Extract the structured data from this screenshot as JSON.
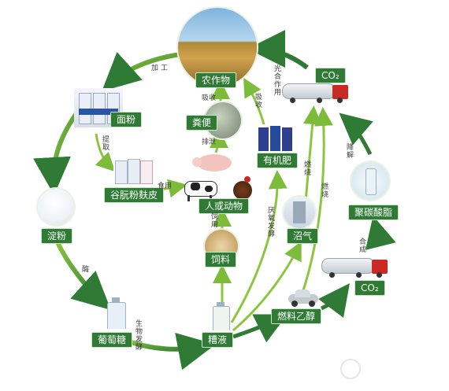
{
  "nodes": {
    "crops": "农作物",
    "flour": "面粉",
    "manure": "粪便",
    "gluten_bran": "谷朊粉麸皮",
    "people_animals": "人或动物",
    "organic_fertilizer": "有机肥",
    "starch": "淀粉",
    "feed": "饲料",
    "biogas": "沼气",
    "glucose": "葡萄糖",
    "distillers_grains": "糟液",
    "fuel_ethanol": "燃料乙醇",
    "co2_top": "CO₂",
    "co2_bottom": "CO₂",
    "polycarbonate": "聚碳酸脂"
  },
  "processes": {
    "processing": "加工",
    "photosynthesis": "光合作用",
    "absorb_left": "吸收",
    "absorb_right": "吸收",
    "excrete": "排泄",
    "extract": "提取",
    "eat": "食用",
    "feed_use": "饲用",
    "anaerobic": "厌氧发酵",
    "burn1": "燃烧",
    "burn2": "燃烧",
    "degrade": "降解",
    "synthesize": "合成",
    "enzyme": "酶",
    "bio_ferment": "生物发酵"
  },
  "colors": {
    "label_bg": "#2f7b35",
    "arrow_dark": "#2f7b35",
    "arrow_light": "#8cc63f"
  }
}
